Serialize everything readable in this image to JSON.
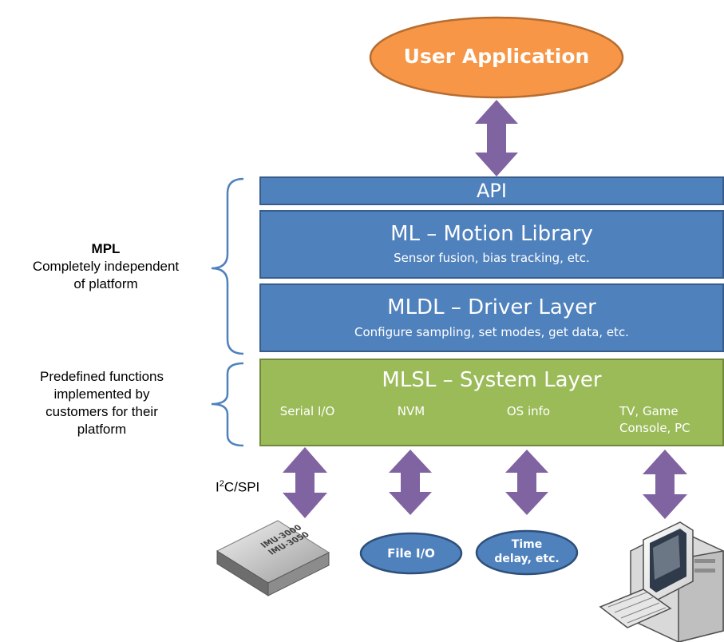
{
  "user_app": {
    "label": "User Application"
  },
  "api": {
    "label": "API"
  },
  "ml": {
    "title": "ML – Motion Library",
    "subtitle": "Sensor fusion, bias tracking, etc."
  },
  "mldl": {
    "title": "MLDL – Driver Layer",
    "subtitle": "Configure sampling, set modes, get data, etc."
  },
  "mlsl": {
    "title": "MLSL – System Layer",
    "items": [
      "Serial I/O",
      "NVM",
      "OS info",
      "TV, Game Console, PC"
    ]
  },
  "mpl_note": {
    "title": "MPL",
    "line1": "Completely independent",
    "line2": "of platform"
  },
  "predef_note": {
    "line1": "Predefined functions",
    "line2": "implemented by",
    "line3": "customers for their",
    "line4": "platform"
  },
  "bus_label": {
    "prefix": "I",
    "sup": "2",
    "suffix": "C/SPI"
  },
  "chip": {
    "line1": "IMU-3000",
    "line2": "IMU-3050"
  },
  "file_io": {
    "label": "File I/O"
  },
  "time_delay": {
    "line1": "Time",
    "line2": "delay, etc."
  },
  "icons": {
    "computer": "desktop-computer-icon",
    "chip": "imu-chip-icon"
  },
  "colors": {
    "orange": "#F79646",
    "blue": "#4F81BD",
    "green": "#9BBB59",
    "purple": "#8064A2",
    "dark_blue": "#385D8A"
  }
}
